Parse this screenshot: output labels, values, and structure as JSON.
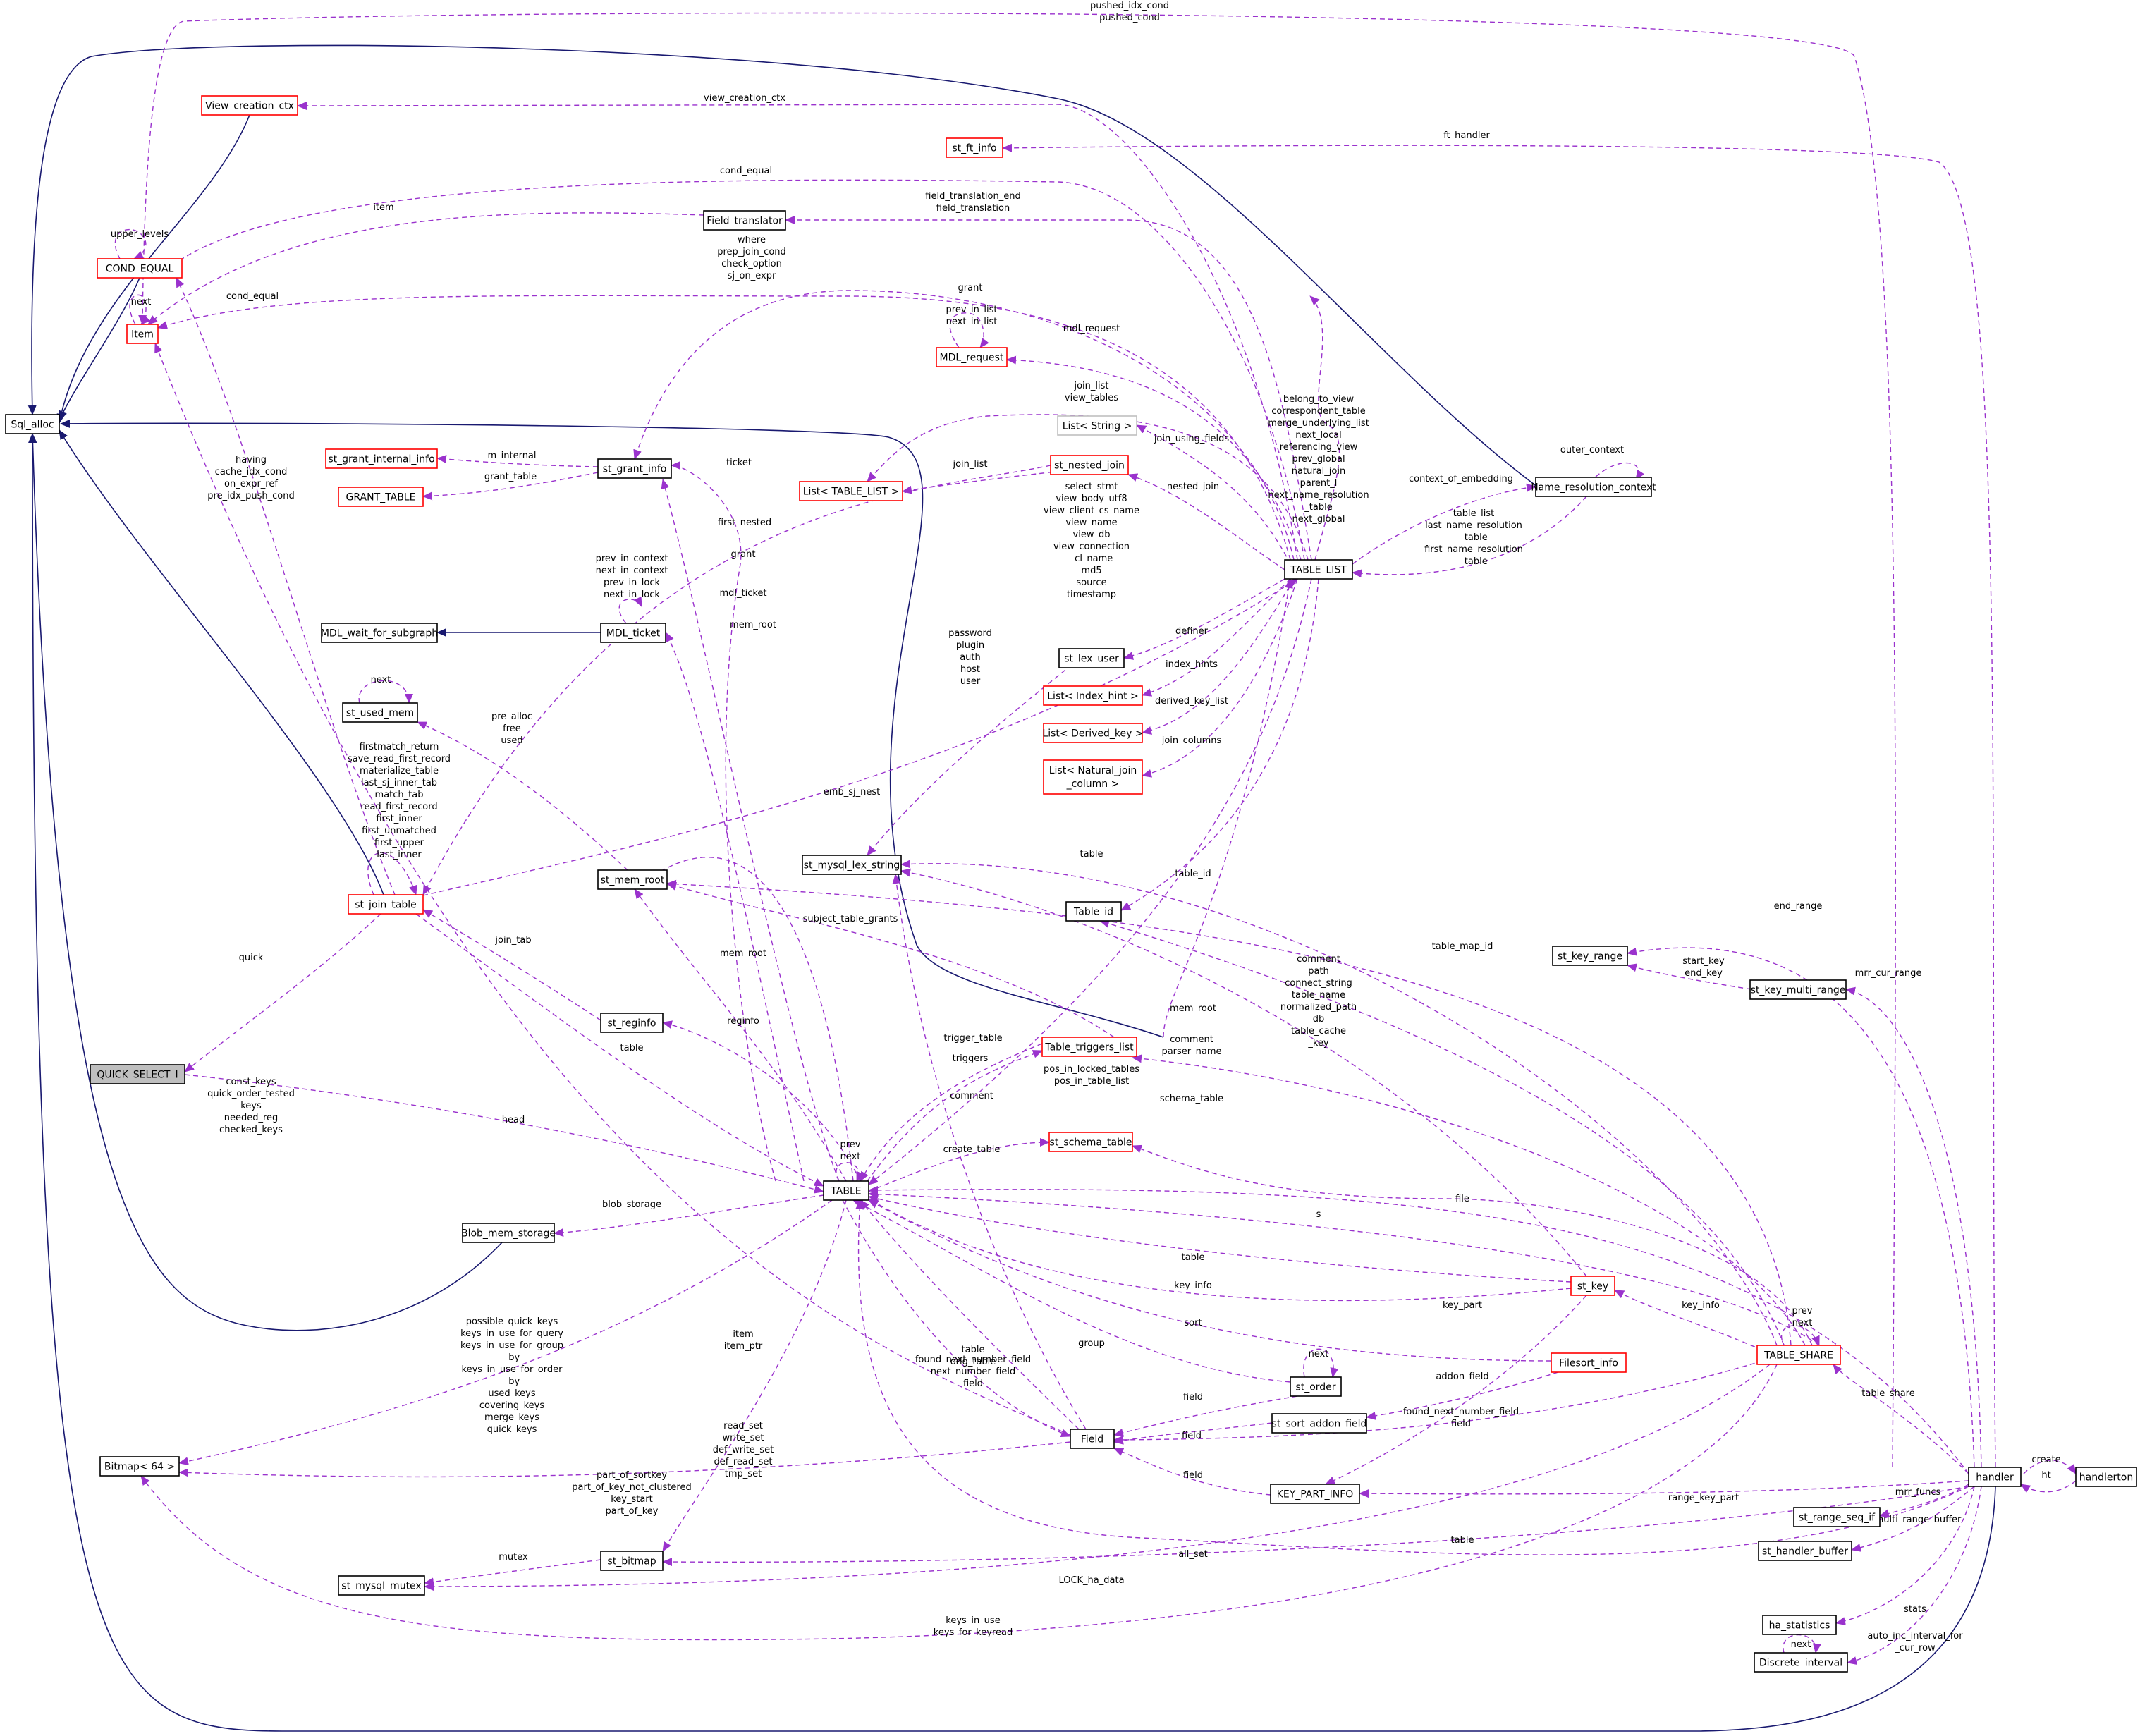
{
  "colors": {
    "inheritance": "#191970",
    "usage": "#9a32cd",
    "border_normal": "#000000",
    "border_truncated": "#ff0000",
    "border_undocumented": "#bfbfbf",
    "focus_fill": "#bfbfbf",
    "background": "#ffffff"
  },
  "nodes": [
    {
      "id": "sql_alloc",
      "label": "Sql_alloc",
      "style": "normal"
    },
    {
      "id": "view_creation_ctx",
      "label": "View_creation_ctx",
      "style": "red"
    },
    {
      "id": "cond_equal",
      "label": "COND_EQUAL",
      "style": "red"
    },
    {
      "id": "item",
      "label": "Item",
      "style": "red"
    },
    {
      "id": "st_ft_info",
      "label": "st_ft_info",
      "style": "red"
    },
    {
      "id": "field_translator",
      "label": "Field_translator",
      "style": "normal"
    },
    {
      "id": "mdl_request",
      "label": "MDL_request",
      "style": "red"
    },
    {
      "id": "list_string",
      "label": "List< String >",
      "style": "gray"
    },
    {
      "id": "st_nested_join",
      "label": "st_nested_join",
      "style": "red"
    },
    {
      "id": "list_table_list",
      "label": "List< TABLE_LIST >",
      "style": "red"
    },
    {
      "id": "st_grant_internal_info",
      "label": "st_grant_internal_info",
      "style": "red"
    },
    {
      "id": "grant_table",
      "label": "GRANT_TABLE",
      "style": "red"
    },
    {
      "id": "st_grant_info",
      "label": "st_grant_info",
      "style": "normal"
    },
    {
      "id": "name_resolution_context",
      "label": "Name_resolution_context",
      "style": "normal"
    },
    {
      "id": "table_list",
      "label": "TABLE_LIST",
      "style": "normal"
    },
    {
      "id": "mdl_wait_for_subgraph",
      "label": "MDL_wait_for_subgraph",
      "style": "normal"
    },
    {
      "id": "mdl_ticket",
      "label": "MDL_ticket",
      "style": "normal"
    },
    {
      "id": "st_lex_user",
      "label": "st_lex_user",
      "style": "normal"
    },
    {
      "id": "list_index_hint",
      "label": "List< Index_hint >",
      "style": "red"
    },
    {
      "id": "list_derived_key",
      "label": "List< Derived_key >",
      "style": "red"
    },
    {
      "id": "list_natural_join",
      "label1": "List< Natural_join",
      "label2": "_column >",
      "style": "red"
    },
    {
      "id": "st_used_mem",
      "label": "st_used_mem",
      "style": "normal"
    },
    {
      "id": "st_mysql_lex_string",
      "label": "st_mysql_lex_string",
      "style": "normal"
    },
    {
      "id": "st_join_table",
      "label": "st_join_table",
      "style": "red"
    },
    {
      "id": "st_mem_root",
      "label": "st_mem_root",
      "style": "normal"
    },
    {
      "id": "table_id",
      "label": "Table_id",
      "style": "normal"
    },
    {
      "id": "st_key_range",
      "label": "st_key_range",
      "style": "normal"
    },
    {
      "id": "st_key_multi_range",
      "label": "st_key_multi_range",
      "style": "normal"
    },
    {
      "id": "st_reginfo",
      "label": "st_reginfo",
      "style": "normal"
    },
    {
      "id": "quick_select_i",
      "label": "QUICK_SELECT_I",
      "style": "focus"
    },
    {
      "id": "table_triggers_list",
      "label": "Table_triggers_list",
      "style": "red"
    },
    {
      "id": "st_schema_table",
      "label": "st_schema_table",
      "style": "red"
    },
    {
      "id": "table",
      "label": "TABLE",
      "style": "normal"
    },
    {
      "id": "blob_mem_storage",
      "label": "Blob_mem_storage",
      "style": "normal"
    },
    {
      "id": "st_key",
      "label": "st_key",
      "style": "red"
    },
    {
      "id": "table_share",
      "label": "TABLE_SHARE",
      "style": "red"
    },
    {
      "id": "filesort_info",
      "label": "Filesort_info",
      "style": "red"
    },
    {
      "id": "st_order",
      "label": "st_order",
      "style": "normal"
    },
    {
      "id": "st_sort_addon_field",
      "label": "st_sort_addon_field",
      "style": "normal"
    },
    {
      "id": "field",
      "label": "Field",
      "style": "normal"
    },
    {
      "id": "bitmap_64",
      "label": "Bitmap< 64 >",
      "style": "normal"
    },
    {
      "id": "key_part_info",
      "label": "KEY_PART_INFO",
      "style": "normal"
    },
    {
      "id": "handler",
      "label": "handler",
      "style": "normal"
    },
    {
      "id": "handlerton",
      "label": "handlerton",
      "style": "normal"
    },
    {
      "id": "st_range_seq_if",
      "label": "st_range_seq_if",
      "style": "normal"
    },
    {
      "id": "st_handler_buffer",
      "label": "st_handler_buffer",
      "style": "normal"
    },
    {
      "id": "st_bitmap",
      "label": "st_bitmap",
      "style": "normal"
    },
    {
      "id": "st_mysql_mutex",
      "label": "st_mysql_mutex",
      "style": "normal"
    },
    {
      "id": "ha_statistics",
      "label": "ha_statistics",
      "style": "normal"
    },
    {
      "id": "discrete_interval",
      "label": "Discrete_interval",
      "style": "normal"
    }
  ],
  "edge_labels": [
    {
      "id": "pushed_cond",
      "lines": [
        "pushed_idx_cond",
        "pushed_cond"
      ]
    },
    {
      "id": "view_creation_ctx",
      "lines": [
        "view_creation_ctx"
      ]
    },
    {
      "id": "ft_handler",
      "lines": [
        "ft_handler"
      ]
    },
    {
      "id": "cond_equal_top",
      "lines": [
        "cond_equal"
      ]
    },
    {
      "id": "field_translation",
      "lines": [
        "field_translation_end",
        "field_translation"
      ]
    },
    {
      "id": "item_ft",
      "lines": [
        "item"
      ]
    },
    {
      "id": "upper_levels",
      "lines": [
        "upper_levels"
      ]
    },
    {
      "id": "where_group",
      "lines": [
        "where",
        "prep_join_cond",
        "check_option",
        "sj_on_expr"
      ]
    },
    {
      "id": "cond_equal_jt",
      "lines": [
        "cond_equal"
      ]
    },
    {
      "id": "next_item",
      "lines": [
        "next"
      ]
    },
    {
      "id": "grant",
      "lines": [
        "grant"
      ]
    },
    {
      "id": "mdl_links",
      "lines": [
        "prev_in_list",
        "next_in_list"
      ]
    },
    {
      "id": "mdl_request",
      "lines": [
        "mdl_request"
      ]
    },
    {
      "id": "join_list",
      "lines": [
        "join_list",
        "view_tables"
      ]
    },
    {
      "id": "belong_group",
      "lines": [
        "belong_to_view",
        "correspondent_table",
        "merge_underlying_list",
        "next_local",
        "referencing_view",
        "prev_global",
        "natural_join",
        "parent_l",
        "next_name_resolution",
        "_table",
        "next_global"
      ]
    },
    {
      "id": "join_using_fields",
      "lines": [
        "join_using_fields"
      ]
    },
    {
      "id": "m_internal",
      "lines": [
        "m_internal"
      ]
    },
    {
      "id": "join_list_nj",
      "lines": [
        "join_list"
      ]
    },
    {
      "id": "grant_table",
      "lines": [
        "grant_table"
      ]
    },
    {
      "id": "having_group",
      "lines": [
        "having",
        "cache_idx_cond",
        "on_expr_ref",
        "pre_idx_push_cond"
      ]
    },
    {
      "id": "ticket",
      "lines": [
        "ticket"
      ]
    },
    {
      "id": "outer_context",
      "lines": [
        "outer_context"
      ]
    },
    {
      "id": "context_of_embedding",
      "lines": [
        "context_of_embedding"
      ]
    },
    {
      "id": "nested_join",
      "lines": [
        "nested_join"
      ]
    },
    {
      "id": "select_stmt_group",
      "lines": [
        "select_stmt",
        "view_body_utf8",
        "view_client_cs_name",
        "view_name",
        "view_db",
        "view_connection",
        "_cl_name",
        "md5",
        "source",
        "timestamp"
      ]
    },
    {
      "id": "first_nested",
      "lines": [
        "first_nested"
      ]
    },
    {
      "id": "table_list_group",
      "lines": [
        "table_list",
        "last_name_resolution",
        "_table",
        "first_name_resolution",
        "_table"
      ]
    },
    {
      "id": "context_links",
      "lines": [
        "prev_in_context",
        "next_in_context",
        "prev_in_lock",
        "next_in_lock"
      ]
    },
    {
      "id": "grant_2",
      "lines": [
        "grant"
      ]
    },
    {
      "id": "mdl_ticket",
      "lines": [
        "mdl_ticket"
      ]
    },
    {
      "id": "user_group",
      "lines": [
        "password",
        "plugin",
        "auth",
        "host",
        "user"
      ]
    },
    {
      "id": "definer",
      "lines": [
        "definer"
      ]
    },
    {
      "id": "mem_root_top",
      "lines": [
        "mem_root"
      ]
    },
    {
      "id": "index_hints",
      "lines": [
        "index_hints"
      ]
    },
    {
      "id": "next_used_mem",
      "lines": [
        "next"
      ]
    },
    {
      "id": "derived_key_list",
      "lines": [
        "derived_key_list"
      ]
    },
    {
      "id": "pre_alloc",
      "lines": [
        "pre_alloc",
        "free",
        "used"
      ]
    },
    {
      "id": "join_columns",
      "lines": [
        "join_columns"
      ]
    },
    {
      "id": "firstmatch_group",
      "lines": [
        "firstmatch_return",
        "save_read_first_record",
        "materialize_table",
        "last_sj_inner_tab",
        "match_tab",
        "read_first_record",
        "first_inner",
        "first_unmatched",
        "first_upper",
        "last_inner"
      ]
    },
    {
      "id": "emb_sj_nest",
      "lines": [
        "emb_sj_nest"
      ]
    },
    {
      "id": "table_tl",
      "lines": [
        "table"
      ]
    },
    {
      "id": "table_id_lbl",
      "lines": [
        "table_id"
      ]
    },
    {
      "id": "end_range",
      "lines": [
        "end_range"
      ]
    },
    {
      "id": "subject_table_grants",
      "lines": [
        "subject_table_grants"
      ]
    },
    {
      "id": "join_tab",
      "lines": [
        "join_tab"
      ]
    },
    {
      "id": "table_map_id",
      "lines": [
        "table_map_id"
      ]
    },
    {
      "id": "start_key",
      "lines": [
        "start_key",
        "end_key"
      ]
    },
    {
      "id": "mrr_cur_range",
      "lines": [
        "mrr_cur_range"
      ]
    },
    {
      "id": "quick",
      "lines": [
        "quick"
      ]
    },
    {
      "id": "mem_root_mid",
      "lines": [
        "mem_root"
      ]
    },
    {
      "id": "comment_group",
      "lines": [
        "comment",
        "path",
        "connect_string",
        "table_name",
        "normalized_path",
        "db",
        "table_cache",
        "_key"
      ]
    },
    {
      "id": "reginfo",
      "lines": [
        "reginfo"
      ]
    },
    {
      "id": "mem_root_ts",
      "lines": [
        "mem_root"
      ]
    },
    {
      "id": "trigger_table",
      "lines": [
        "trigger_table"
      ]
    },
    {
      "id": "comment_parser",
      "lines": [
        "comment",
        "parser_name"
      ]
    },
    {
      "id": "const_keys",
      "lines": [
        "const_keys",
        "quick_order_tested",
        "keys",
        "needed_reg",
        "checked_keys"
      ]
    },
    {
      "id": "table_jt",
      "lines": [
        "table"
      ]
    },
    {
      "id": "triggers",
      "lines": [
        "triggers"
      ]
    },
    {
      "id": "pos_in_locked",
      "lines": [
        "pos_in_locked_tables",
        "pos_in_table_list"
      ]
    },
    {
      "id": "comment_field",
      "lines": [
        "comment"
      ]
    },
    {
      "id": "head",
      "lines": [
        "head"
      ]
    },
    {
      "id": "schema_table",
      "lines": [
        "schema_table"
      ]
    },
    {
      "id": "create_table",
      "lines": [
        "create_table"
      ]
    },
    {
      "id": "prev_next_table",
      "lines": [
        "prev",
        "next"
      ]
    },
    {
      "id": "blob_storage",
      "lines": [
        "blob_storage"
      ]
    },
    {
      "id": "file",
      "lines": [
        "file"
      ]
    },
    {
      "id": "s",
      "lines": [
        "s"
      ]
    },
    {
      "id": "table_key",
      "lines": [
        "table"
      ]
    },
    {
      "id": "key_info_table",
      "lines": [
        "key_info"
      ]
    },
    {
      "id": "prev_next_share",
      "lines": [
        "prev",
        "next"
      ]
    },
    {
      "id": "key_part",
      "lines": [
        "key_part"
      ]
    },
    {
      "id": "key_info_share",
      "lines": [
        "key_info"
      ]
    },
    {
      "id": "sort",
      "lines": [
        "sort"
      ]
    },
    {
      "id": "possible_keys",
      "lines": [
        "possible_quick_keys",
        "keys_in_use_for_query",
        "keys_in_use_for_group",
        "_by",
        "keys_in_use_for_order",
        "_by",
        "used_keys",
        "covering_keys",
        "merge_keys",
        "quick_keys"
      ]
    },
    {
      "id": "item_ptr",
      "lines": [
        "item",
        "item_ptr"
      ]
    },
    {
      "id": "group",
      "lines": [
        "group"
      ]
    },
    {
      "id": "next_order",
      "lines": [
        "next"
      ]
    },
    {
      "id": "table_orig",
      "lines": [
        "table",
        "orig_table"
      ]
    },
    {
      "id": "addon_field",
      "lines": [
        "addon_field"
      ]
    },
    {
      "id": "found_next_field",
      "lines": [
        "found_next_number_field",
        "next_number_field",
        "field"
      ]
    },
    {
      "id": "field_order",
      "lines": [
        "field"
      ]
    },
    {
      "id": "found_next_share",
      "lines": [
        "found_next_number_field",
        "field"
      ]
    },
    {
      "id": "table_share_lbl",
      "lines": [
        "table_share"
      ]
    },
    {
      "id": "field_addon",
      "lines": [
        "field"
      ]
    },
    {
      "id": "read_set",
      "lines": [
        "read_set",
        "write_set",
        "def_write_set",
        "def_read_set",
        "tmp_set"
      ]
    },
    {
      "id": "create",
      "lines": [
        "create"
      ]
    },
    {
      "id": "ht",
      "lines": [
        "ht"
      ]
    },
    {
      "id": "part_of_sortkey",
      "lines": [
        "part_of_sortkey",
        "part_of_key_not_clustered",
        "key_start",
        "part_of_key"
      ]
    },
    {
      "id": "field_kpi",
      "lines": [
        "field"
      ]
    },
    {
      "id": "range_key_part",
      "lines": [
        "range_key_part"
      ]
    },
    {
      "id": "mrr_funcs",
      "lines": [
        "mrr_funcs"
      ]
    },
    {
      "id": "multi_range_buffer",
      "lines": [
        "multi_range_buffer"
      ]
    },
    {
      "id": "mutex",
      "lines": [
        "mutex"
      ]
    },
    {
      "id": "all_set",
      "lines": [
        "all_set"
      ]
    },
    {
      "id": "table_handler",
      "lines": [
        "table"
      ]
    },
    {
      "id": "lock_ha_data",
      "lines": [
        "LOCK_ha_data"
      ]
    },
    {
      "id": "stats",
      "lines": [
        "stats"
      ]
    },
    {
      "id": "keys_in_use",
      "lines": [
        "keys_in_use",
        "keys_for_keyread"
      ]
    },
    {
      "id": "auto_inc",
      "lines": [
        "auto_inc_interval_for",
        "_cur_row"
      ]
    },
    {
      "id": "next_discrete",
      "lines": [
        "next"
      ]
    }
  ]
}
